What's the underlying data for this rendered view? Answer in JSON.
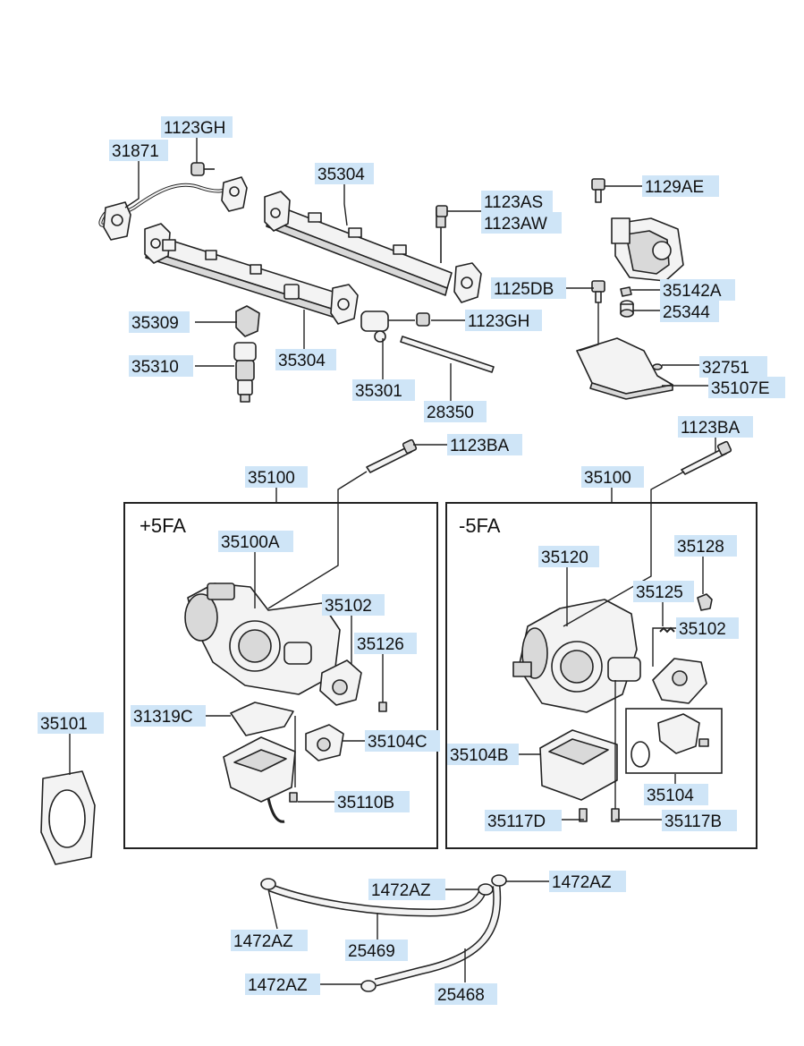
{
  "groups": {
    "plus_5fa": "+5FA",
    "minus_5fa": "-5FA"
  },
  "labels": {
    "l1123gh_top": "1123GH",
    "l31871": "31871",
    "l35304_top": "35304",
    "l1123as": "1123AS",
    "l1123aw": "1123AW",
    "l1129ae": "1129AE",
    "l1125db": "1125DB",
    "l35142a": "35142A",
    "l25344": "25344",
    "l35309": "35309",
    "l35310": "35310",
    "l35304_bottom": "35304",
    "l1123gh_mid": "1123GH",
    "l35301": "35301",
    "l28350": "28350",
    "l32751": "32751",
    "l35107e": "35107E",
    "l1123ba_left": "1123BA",
    "l1123ba_right": "1123BA",
    "l35100_left": "35100",
    "l35100_right": "35100",
    "l35100a": "35100A",
    "l35102_left": "35102",
    "l35126": "35126",
    "l31319c": "31319C",
    "l35104c": "35104C",
    "l35110b": "35110B",
    "l35101": "35101",
    "l35120": "35120",
    "l35128": "35128",
    "l35125": "35125",
    "l35102_right": "35102",
    "l35104b": "35104B",
    "l35104": "35104",
    "l35117d": "35117D",
    "l35117b": "35117B",
    "l1472az_a": "1472AZ",
    "l1472az_b": "1472AZ",
    "l1472az_c": "1472AZ",
    "l1472az_d": "1472AZ",
    "l25469": "25469",
    "l25468": "25468"
  }
}
